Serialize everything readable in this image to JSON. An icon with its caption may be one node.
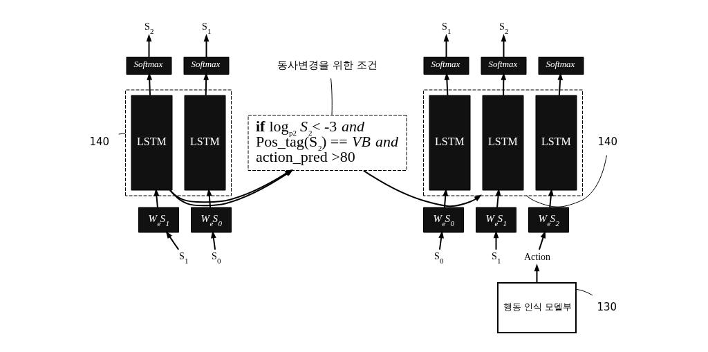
{
  "diagram": {
    "nodes": [
      {
        "text": [
          "S$_{1}$"
        ]
      },
      {
        "text": [
          "S$_{2}$"
        ]
      },
      {
        "text": [
          "Softmax"
        ]
      },
      {
        "text": [
          "Softmax"
        ]
      },
      {
        "text": [],
        "shape": "box"
      },
      {
        "text": [
          "LSTM"
        ],
        "in": 4
      },
      {
        "text": [
          "LSTM"
        ],
        "in": 4
      },
      {
        "text": [
          "W$_{e}$S$_{0}$"
        ]
      },
      {
        "text": [
          "W$_{e}$S$_{1}$"
        ]
      },
      {
        "text": [
          "S$_{0}$"
        ]
      },
      {
        "text": [
          "S$_{1}$"
        ]
      },
      {
        "text": [
          "140"
        ]
      },
      {
        "text": [
          "동사변경을 위한 조건"
        ]
      },
      {
        "text": [
          "**if** log$_{p2}$ *S*$_{2}$< -3 *and* Pos_tag(S$_{2}$) == *VB* *and* action_pred >80"
        ]
      },
      {
        "text": [
          "S$_{1}$"
        ]
      },
      {
        "text": [
          "S$_{2}$"
        ]
      },
      {
        "text": [
          "Softmax"
        ]
      },
      {
        "text": [
          "Softmax"
        ]
      },
      {
        "text": [
          "Softmax"
        ]
      },
      {
        "text": [],
        "shape": "box"
      },
      {
        "text": [
          "LSTM"
        ],
        "in": 19
      },
      {
        "text": [
          "LSTM"
        ],
        "in": 19
      },
      {
        "text": [
          "LSTM"
        ],
        "in": 19
      },
      {
        "text": [
          "W$_{e}$S$_{0}$"
        ]
      },
      {
        "text": [
          "W$_{e}$S$_{1}$"
        ]
      },
      {
        "text": [
          "W$_{e}$S$_{2}$"
        ]
      },
      {
        "text": [
          "S$_{0}$"
        ]
      },
      {
        "text": [
          "S$_{1}$"
        ]
      },
      {
        "text": [
          "Action"
        ]
      },
      {
        "text": [
          "140"
        ]
      },
      {
        "text": [
          "130"
        ]
      },
      {
        "text": [
          "행동 인식 모델부"
        ]
      }
    ],
    "edges": [
      {
        "from": 2,
        "to": 0,
        "arrow": "to"
      },
      {
        "from": 3,
        "to": 1,
        "arrow": "to"
      },
      {
        "from": 5,
        "to": 2,
        "arrow": "to"
      },
      {
        "from": 6,
        "to": 3,
        "arrow": "to"
      },
      {
        "from": 7,
        "to": 5,
        "arrow": "to"
      },
      {
        "from": 8,
        "to": 6,
        "arrow": "to"
      },
      {
        "from": 9,
        "to": 7,
        "arrow": "to"
      },
      {
        "from": 10,
        "to": 8,
        "arrow": "to"
      },
      {
        "from": 11,
        "to": 4,
        "arrow": "none"
      },
      {
        "from": 12,
        "to": 13,
        "arrow": "none"
      },
      {
        "from": 4,
        "to": 13,
        "arrow": "to"
      },
      {
        "from": 13,
        "to": 19,
        "arrow": "to"
      },
      {
        "from": 16,
        "to": 14,
        "arrow": "to"
      },
      {
        "from": 17,
        "to": 15,
        "arrow": "to"
      },
      {
        "from": 20,
        "to": 16,
        "arrow": "to"
      },
      {
        "from": 21,
        "to": 17,
        "arrow": "to"
      },
      {
        "from": 22,
        "to": 18,
        "arrow": "to"
      },
      {
        "from": 23,
        "to": 20,
        "arrow": "to"
      },
      {
        "from": 24,
        "to": 21,
        "arrow": "to"
      },
      {
        "from": 25,
        "to": 22,
        "arrow": "to"
      },
      {
        "from": 26,
        "to": 23,
        "arrow": "to"
      },
      {
        "from": 27,
        "to": 24,
        "arrow": "to"
      },
      {
        "from": 28,
        "to": 25,
        "arrow": "to"
      },
      {
        "from": 29,
        "to": 19,
        "arrow": "none"
      },
      {
        "from": 30,
        "to": 31,
        "arrow": "none"
      },
      {
        "from": 31,
        "to": 28,
        "arrow": "to"
      }
    ]
  }
}
